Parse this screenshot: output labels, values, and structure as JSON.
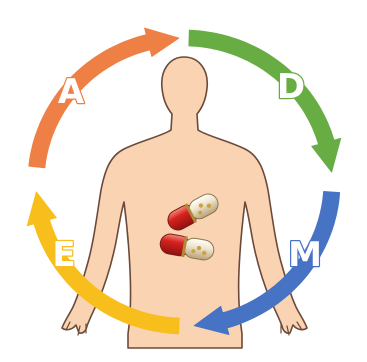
{
  "cycle": {
    "stages": [
      {
        "letter": "A",
        "color": "#EE8045"
      },
      {
        "letter": "D",
        "color": "#68AD44"
      },
      {
        "letter": "M",
        "color": "#4673C4"
      },
      {
        "letter": "E",
        "color": "#F7BE1C"
      }
    ]
  },
  "colors": {
    "skin": "#FAD3B2",
    "outline": "#6B4A3A",
    "capsule_red": "#D8231F",
    "capsule_clear": "#E9D9B8"
  },
  "icons": {
    "figure": "human-body-silhouette",
    "pills": "capsule-pills"
  }
}
